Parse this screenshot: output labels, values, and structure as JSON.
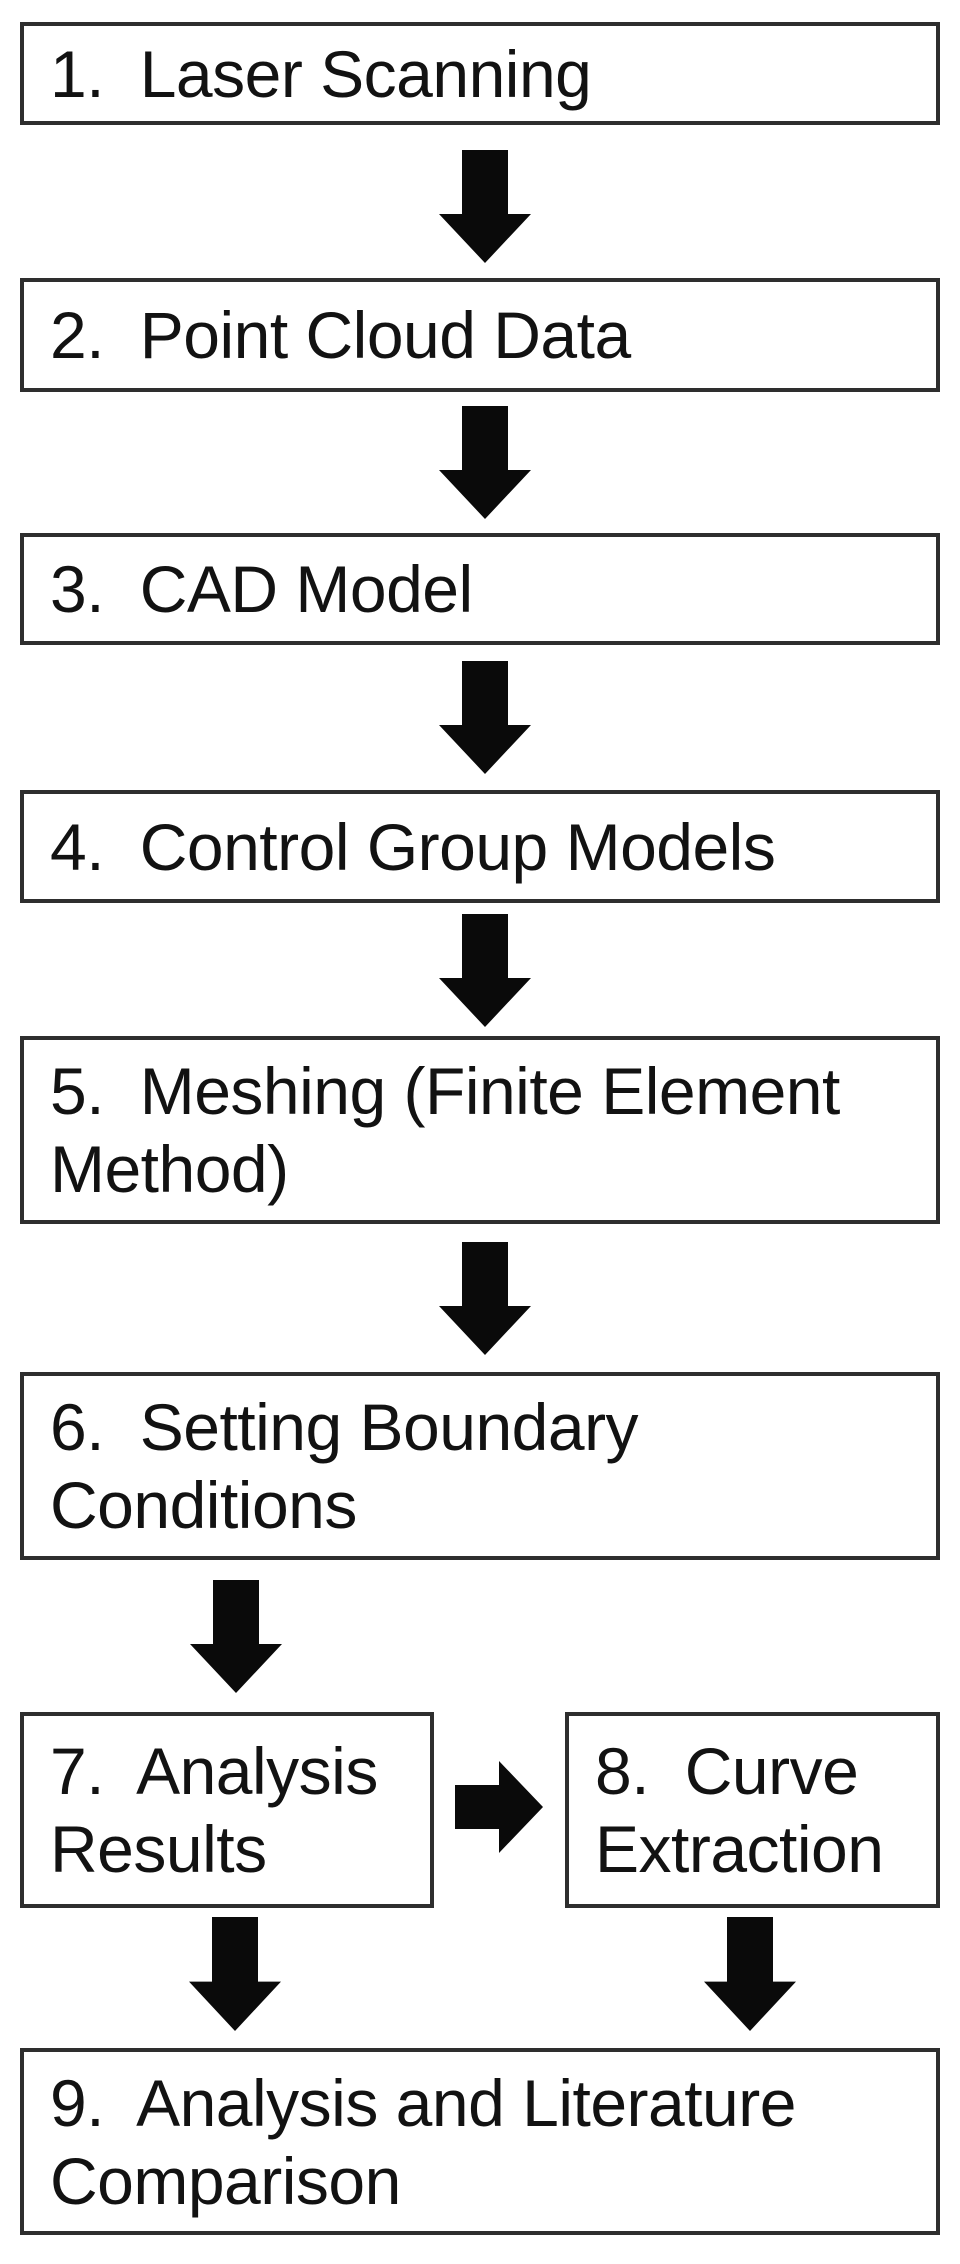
{
  "page": {
    "background": "#ffffff"
  },
  "flowchart": {
    "box_border_color": "#2e2e2e",
    "arrow_color": "#0a0a0a",
    "text_color": "#121212",
    "boxes": [
      {
        "step": 1,
        "lines": [
          "1.  Laser Scanning"
        ]
      },
      {
        "step": 2,
        "lines": [
          "2.  Point Cloud Data"
        ]
      },
      {
        "step": 3,
        "lines": [
          "3.  CAD Model"
        ]
      },
      {
        "step": 4,
        "lines": [
          "4.  Control Group Models"
        ]
      },
      {
        "step": 5,
        "lines": [
          "5.  Meshing (Finite Element",
          "Method)"
        ]
      },
      {
        "step": 6,
        "lines": [
          "6.  Setting Boundary",
          "Conditions"
        ]
      },
      {
        "step": 7,
        "lines": [
          "7.  Analysis",
          "Results"
        ]
      },
      {
        "step": 8,
        "lines": [
          "8.  Curve",
          "Extraction"
        ]
      },
      {
        "step": 9,
        "lines": [
          "9.  Analysis and Literature",
          "Comparison"
        ]
      }
    ],
    "connections": [
      {
        "from": 1,
        "to": 2,
        "direction": "down"
      },
      {
        "from": 2,
        "to": 3,
        "direction": "down"
      },
      {
        "from": 3,
        "to": 4,
        "direction": "down"
      },
      {
        "from": 4,
        "to": 5,
        "direction": "down"
      },
      {
        "from": 5,
        "to": 6,
        "direction": "down"
      },
      {
        "from": 6,
        "to": 7,
        "direction": "down"
      },
      {
        "from": 7,
        "to": 8,
        "direction": "right"
      },
      {
        "from": 7,
        "to": 9,
        "direction": "down"
      },
      {
        "from": 8,
        "to": 9,
        "direction": "down"
      }
    ]
  }
}
